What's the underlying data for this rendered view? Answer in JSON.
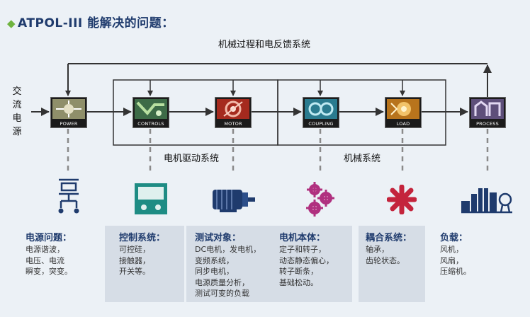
{
  "title": "ATPOL-III 能解决的问题：",
  "title_marker": "◆",
  "labels": {
    "feedback": "机械过程和电反馈系统",
    "ac_power": [
      "交",
      "流",
      "电",
      "源"
    ],
    "motor_drive": "电机驱动系统",
    "mechanical": "机械系统"
  },
  "blocks": [
    {
      "caption": "POWER",
      "color": "#c9c9a8"
    },
    {
      "caption": "CONTROLS",
      "color": "#6aa86a"
    },
    {
      "caption": "MOTOR",
      "color": "#d94a3a"
    },
    {
      "caption": "COUPLING",
      "color": "#4fb3c8"
    },
    {
      "caption": "LOAD",
      "color": "#e9a43b"
    },
    {
      "caption": "PROCESS",
      "color": "#8c7aa8"
    }
  ],
  "icons": [
    "power-tower-icon",
    "control-panel-icon",
    "motor-icon",
    "gears-icon",
    "coupling-icon",
    "process-plant-icon"
  ],
  "panels": {
    "power": {
      "heading": "电源问题：",
      "items": [
        "电源谐波，",
        "电压、电流",
        "瞬变，突变。"
      ]
    },
    "control": {
      "heading": "控制系统：",
      "items": [
        "可控硅，",
        "接触器，",
        "开关等。"
      ]
    },
    "test": {
      "heading": "测试对象：",
      "items": [
        "DC电机，发电机，",
        "变频系统，",
        "同步电机，",
        "电源质量分析，",
        "测试可变的负载"
      ]
    },
    "motor": {
      "heading": "电机本体：",
      "items": [
        "定子和转子，",
        "动态静态偏心，",
        "转子断条，",
        "基础松动。"
      ]
    },
    "coupling": {
      "heading": "耦合系统：",
      "items": [
        "轴承，",
        "齿轮状态。"
      ]
    },
    "load": {
      "heading": "负载：",
      "items": [
        "风机，",
        "风扇，",
        "压缩机。"
      ]
    }
  },
  "colors": {
    "accent_blue": "#1f3b6d",
    "marker_green": "#6fb33f",
    "gear_magenta": "#b0307f",
    "asterisk_red": "#c4243c",
    "panel_teal": "#1e8c84"
  }
}
